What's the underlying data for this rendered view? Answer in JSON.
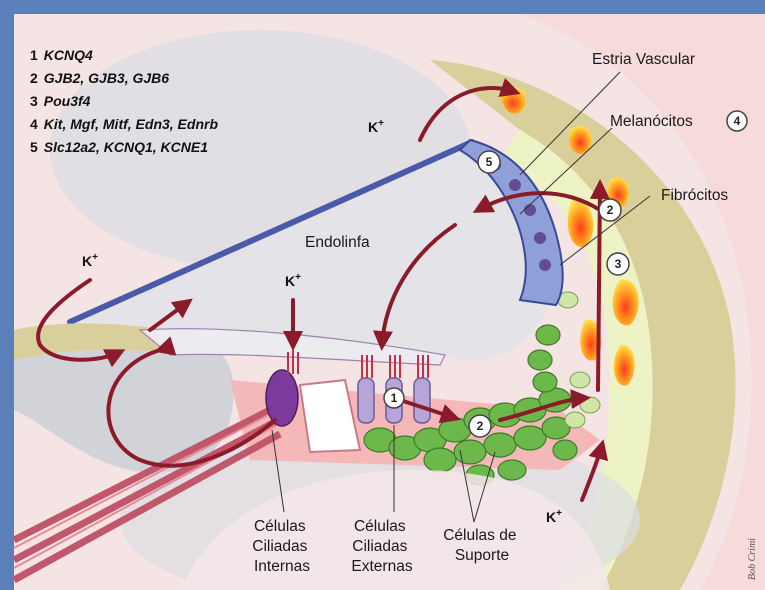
{
  "legend": [
    {
      "num": "1",
      "genes": "KCNQ4"
    },
    {
      "num": "2",
      "genes": "GJB2, GJB3, GJB6"
    },
    {
      "num": "3",
      "genes": "Pou3f4"
    },
    {
      "num": "4",
      "genes": "Kit, Mgf, Mitf, Edn3, Ednrb"
    },
    {
      "num": "5",
      "genes": "Slc12a2, KCNQ1, KCNE1"
    }
  ],
  "labels": {
    "stria": "Estria Vascular",
    "melanocytes": "Melanócitos",
    "melanocytes_badge": "4",
    "fibrocytes": "Fibrócitos",
    "endolymph": "Endolinfa",
    "inner_hair_cells": [
      "Células",
      "Ciliadas",
      "Internas"
    ],
    "outer_hair_cells": [
      "Células",
      "Ciliadas",
      "Externas"
    ],
    "support_cells": [
      "Células de",
      "Suporte"
    ]
  },
  "ion": {
    "symbol": "K",
    "charge": "+"
  },
  "badges": {
    "b1": "1",
    "b2a": "2",
    "b2b": "2",
    "b3": "3",
    "b5": "5"
  },
  "credit": "Bob Crimi",
  "colors": {
    "arrow": "#8b1a2b",
    "endolymph": "#e3e3e8",
    "stria": "#8fa0d8",
    "support_cells": "#6db84a",
    "ligament": "#d9cf9a",
    "pink_tissue": "#f4b8b8",
    "membrane": "#4a5aa8"
  }
}
